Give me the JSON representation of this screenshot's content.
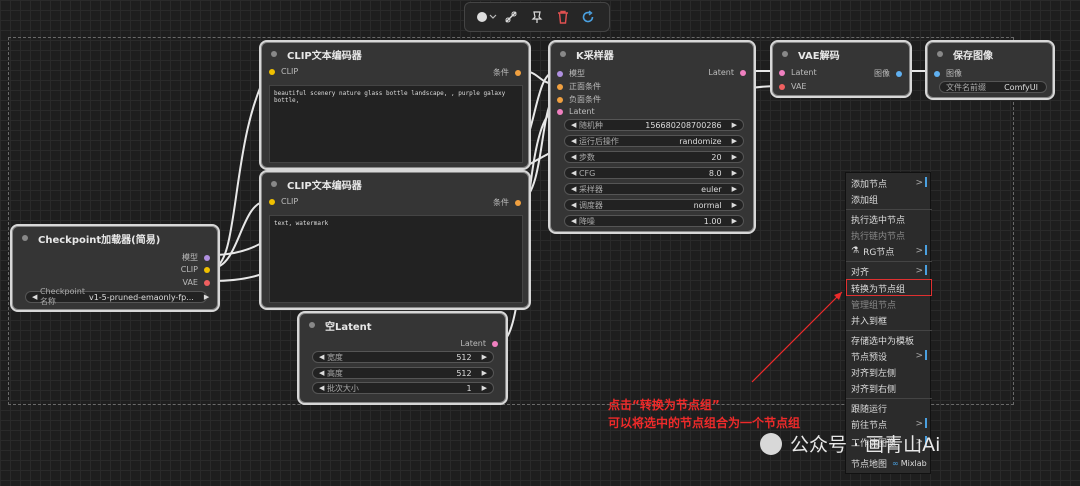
{
  "toolbar": {
    "items": [
      "color-icon",
      "bypass-icon",
      "pin-icon",
      "delete-icon",
      "refresh-icon"
    ]
  },
  "nodes": {
    "clip1": {
      "title": "CLIP文本编码器",
      "in": "CLIP",
      "out": "条件",
      "text": "beautiful scenery nature glass bottle landscape, , purple galaxy bottle,"
    },
    "clip2": {
      "title": "CLIP文本编码器",
      "in": "CLIP",
      "out": "条件",
      "text": "text, watermark"
    },
    "ksampler": {
      "title": "K采样器",
      "inputs": [
        "模型",
        "正面条件",
        "负面条件",
        "Latent"
      ],
      "out": "Latent",
      "widgets": [
        {
          "label": "随机种",
          "value": "156680208700286"
        },
        {
          "label": "运行后操作",
          "value": "randomize"
        },
        {
          "label": "步数",
          "value": "20"
        },
        {
          "label": "CFG",
          "value": "8.0"
        },
        {
          "label": "采样器",
          "value": "euler"
        },
        {
          "label": "调度器",
          "value": "normal"
        },
        {
          "label": "降噪",
          "value": "1.00"
        }
      ]
    },
    "vae": {
      "title": "VAE解码",
      "inputs": [
        "Latent",
        "VAE"
      ],
      "out": "图像"
    },
    "save": {
      "title": "保存图像",
      "in": "图像",
      "widget": {
        "label": "文件名前缀",
        "value": "ComfyUI"
      }
    },
    "ckpt": {
      "title": "Checkpoint加载器(简易)",
      "outputs": [
        "模型",
        "CLIP",
        "VAE"
      ],
      "widget": {
        "label": "Checkpoint名称",
        "value": "v1-5-pruned-emaonly-fp..."
      }
    },
    "latent": {
      "title": "空Latent",
      "out": "Latent",
      "widgets": [
        {
          "label": "宽度",
          "value": "512"
        },
        {
          "label": "高度",
          "value": "512"
        },
        {
          "label": "批次大小",
          "value": "1"
        }
      ]
    }
  },
  "menu": {
    "items": [
      {
        "label": "添加节点",
        "sub": true,
        "disabled": false
      },
      {
        "label": "添加组",
        "sub": false,
        "disabled": false
      },
      {
        "label": "执行选中节点",
        "sub": false,
        "disabled": false
      },
      {
        "label": "执行链内节点",
        "sub": false,
        "disabled": true
      },
      {
        "label": "RG节点",
        "sub": true,
        "disabled": false
      },
      {
        "label": "对齐",
        "sub": true,
        "disabled": false
      },
      {
        "label": "转换为节点组",
        "sub": false,
        "disabled": false
      },
      {
        "label": "管理组节点",
        "sub": false,
        "disabled": true
      },
      {
        "label": "并入到框",
        "sub": false,
        "disabled": false
      },
      {
        "label": "存储选中为模板",
        "sub": false,
        "disabled": false
      },
      {
        "label": "节点预设",
        "sub": true,
        "disabled": false
      },
      {
        "label": "对齐到左侧",
        "sub": false,
        "disabled": false
      },
      {
        "label": "对齐到右侧",
        "sub": false,
        "disabled": false
      },
      {
        "label": "跟随运行",
        "sub": false,
        "disabled": false
      },
      {
        "label": "前往节点",
        "sub": true,
        "disabled": false
      },
      {
        "label": "工作流图像",
        "sub": true,
        "disabled": false
      },
      {
        "label": "节点地图",
        "sub": false,
        "disabled": false
      }
    ],
    "mixlab": "Mixlab"
  },
  "annotation": {
    "line1": "点击“转换为节点组”",
    "line2": "可以将选中的节点组合为一个节点组"
  },
  "watermark": "公众号 · 画青山Ai",
  "colors": {
    "clip_pin": "#f0c000",
    "model_pin": "#b090e0",
    "cond_pin": "#f0a040",
    "latent_pin": "#f080c0",
    "vae_pin": "#f06060",
    "image_pin": "#60b0f0",
    "anno": "#ee2a2a"
  }
}
